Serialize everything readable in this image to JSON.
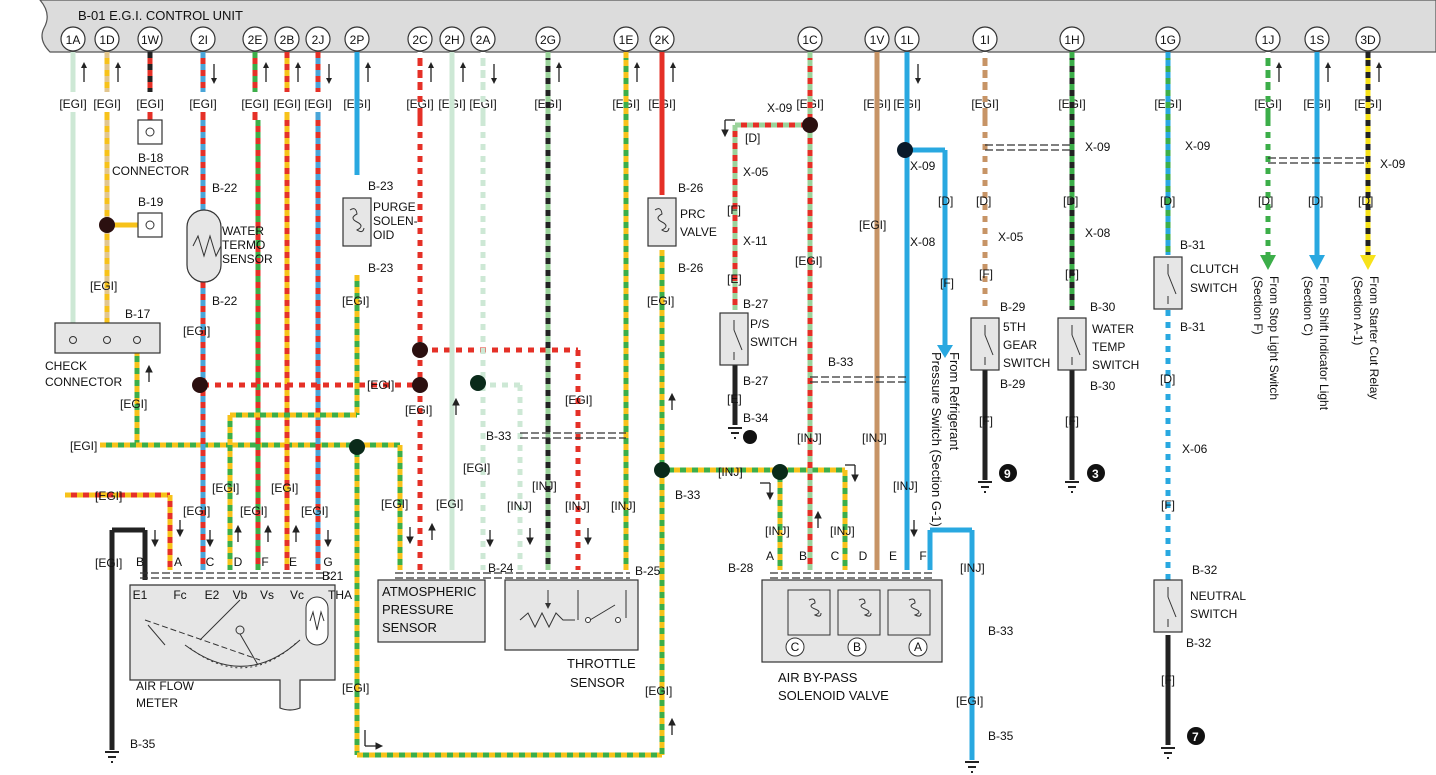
{
  "title": "B-01 E.G.I. CONTROL UNIT",
  "pins": [
    {
      "id": "1A",
      "tag": "[EGI]",
      "dir": "up",
      "colors": [
        "#cde8d5"
      ],
      "style": "solid"
    },
    {
      "id": "1D",
      "tag": "[EGI]",
      "dir": "up",
      "colors": [
        "#f7c21a",
        "#e2c68e"
      ],
      "style": "dashed"
    },
    {
      "id": "1W",
      "tag": "[EGI]",
      "dir": "",
      "colors": [
        "#e53027",
        "#222222"
      ],
      "style": "dashed"
    },
    {
      "id": "2I",
      "tag": "[EGI]",
      "dir": "down",
      "colors": [
        "#e53027",
        "#4aa5d8"
      ],
      "style": "dashed"
    },
    {
      "id": "2E",
      "tag": "[EGI]",
      "dir": "up",
      "colors": [
        "#e53027",
        "#3cae49"
      ],
      "style": "dashed"
    },
    {
      "id": "2B",
      "tag": "[EGI]",
      "dir": "up",
      "colors": [
        "#f7c21a",
        "#e53027"
      ],
      "style": "dashed"
    },
    {
      "id": "2J",
      "tag": "[EGI]",
      "dir": "down",
      "colors": [
        "#4aa5d8",
        "#e53027"
      ],
      "style": "dashed"
    },
    {
      "id": "2P",
      "tag": "[EGI]",
      "dir": "up",
      "colors": [
        "#29a8e0"
      ],
      "style": "solid"
    },
    {
      "id": "2C",
      "tag": "[EGI]",
      "dir": "up",
      "colors": [
        "#e53027",
        "#ffffff"
      ],
      "style": "dashed"
    },
    {
      "id": "2H",
      "tag": "[EGI]",
      "dir": "up",
      "colors": [
        "#cde8d5"
      ],
      "style": "solid"
    },
    {
      "id": "2A",
      "tag": "[EGI]",
      "dir": "down",
      "colors": [
        "#cde8d5",
        "#ffffff"
      ],
      "style": "dashed"
    },
    {
      "id": "2G",
      "tag": "[EGI]",
      "dir": "up",
      "colors": [
        "#222222",
        "#9bd39b"
      ],
      "style": "dashed"
    },
    {
      "id": "1E",
      "tag": "[EGI]",
      "dir": "up",
      "colors": [
        "#3cae49",
        "#f7c21a"
      ],
      "style": "dashed"
    },
    {
      "id": "2K",
      "tag": "[EGI]",
      "dir": "up",
      "colors": [
        "#e53027"
      ],
      "style": "solid"
    },
    {
      "id": "1C",
      "tag": "[EGI]",
      "dir": "",
      "colors": [
        "#e53027",
        "#9bd39b"
      ],
      "style": "dashed"
    },
    {
      "id": "1V",
      "tag": "[EGI]",
      "dir": "",
      "colors": [
        "#c79466"
      ],
      "style": "solid"
    },
    {
      "id": "1L",
      "tag": "[EGI]",
      "dir": "down",
      "colors": [
        "#29a8e0"
      ],
      "style": "solid"
    },
    {
      "id": "1I",
      "tag": "[EGI]",
      "dir": "",
      "colors": [
        "#c79466",
        "#ffffff"
      ],
      "style": "dashed"
    },
    {
      "id": "1H",
      "tag": "[EGI]",
      "dir": "",
      "colors": [
        "#222222",
        "#3cae49"
      ],
      "style": "dashed"
    },
    {
      "id": "1G",
      "tag": "[EGI]",
      "dir": "",
      "colors": [
        "#3cae49",
        "#29a8e0"
      ],
      "style": "dashed"
    },
    {
      "id": "1J",
      "tag": "[EGI]",
      "dir": "up",
      "colors": [
        "#3cae49",
        "#ffffff"
      ],
      "style": "dashed"
    },
    {
      "id": "1S",
      "tag": "[EGI]",
      "dir": "up",
      "colors": [
        "#29a8e0"
      ],
      "style": "solid"
    },
    {
      "id": "3D",
      "tag": "[EGI]",
      "dir": "up",
      "colors": [
        "#f7e21a",
        "#222222"
      ],
      "style": "dashed"
    }
  ],
  "components": {
    "b18": {
      "id": "B-18",
      "label": "CONNECTOR"
    },
    "b19": {
      "id": "B-19"
    },
    "b17": {
      "id": "B-17",
      "label1": "CHECK",
      "label2": "CONNECTOR"
    },
    "b22": {
      "id": "B-22",
      "label1": "WATER",
      "label2": "TERMO",
      "label3": "SENSOR"
    },
    "b23": {
      "id": "B-23",
      "label1": "PURGE",
      "label2": "SOLEN-",
      "label3": "OID"
    },
    "b26": {
      "id": "B-26",
      "label1": "PRC",
      "label2": "VALVE"
    },
    "b27": {
      "id": "B-27",
      "label1": "P/S",
      "label2": "SWITCH"
    },
    "b34": {
      "id": "B-34"
    },
    "b29": {
      "id": "B-29",
      "label1": "5TH",
      "label2": "GEAR",
      "label3": "SWITCH"
    },
    "b30": {
      "id": "B-30",
      "label1": "WATER",
      "label2": "TEMP",
      "label3": "SWITCH"
    },
    "b31": {
      "id": "B-31",
      "label1": "CLUTCH",
      "label2": "SWITCH"
    },
    "b32": {
      "id": "B-32",
      "label1": "NEUTRAL",
      "label2": "SWITCH"
    },
    "b21": {
      "id": "B21",
      "label1": "AIR FLOW",
      "label2": "METER"
    },
    "b24": {
      "id": "B-24",
      "label1": "ATMOSPHERIC",
      "label2": "PRESSURE",
      "label3": "SENSOR"
    },
    "b25": {
      "id": "B-25",
      "label1": "THROTTLE",
      "label2": "SENSOR"
    },
    "b28": {
      "id": "B-28",
      "label1": "AIR BY-PASS",
      "label2": "SOLENOID VALVE"
    },
    "b35": {
      "id": "B-35"
    },
    "b33": {
      "id": "B-33"
    }
  },
  "afm_pins": [
    "B",
    "A",
    "C",
    "D",
    "F",
    "E",
    "G"
  ],
  "afm_terms": [
    "E1",
    "Fc",
    "E2",
    "Vb",
    "Vs",
    "Vc",
    "THA"
  ],
  "bypass_pins": [
    "A",
    "B",
    "C",
    "D",
    "E",
    "F"
  ],
  "bypass_coils": [
    "C",
    "B",
    "A"
  ],
  "tags": {
    "egi": "[EGI]",
    "inj": "[INJ]",
    "d": "[D]",
    "f": "[F]",
    "e": "[E]"
  },
  "connectors": {
    "x09": "X-09",
    "x05": "X-05",
    "x11": "X-11",
    "x08": "X-08",
    "x06": "X-06"
  },
  "refs": {
    "refrig": {
      "line1": "From Refrigerant",
      "line2": "Pressure Switch (Section G-1)"
    },
    "stop": {
      "line1": "From Stop Light Switch",
      "line2": "(Section F)"
    },
    "shift": {
      "line1": "From Shift Indicator Light",
      "line2": "(Section C)"
    },
    "starter": {
      "line1": "From Starter Cut Relay",
      "line2": "(Section A-1)"
    }
  },
  "grounds": {
    "g9": "9",
    "g3": "3",
    "g7": "7"
  },
  "colors": {
    "red": "#e53027",
    "green": "#3cae49",
    "yellow": "#f7c21a",
    "blue": "#29a8e0",
    "lightgreen": "#cde8d5",
    "brown": "#c79466",
    "black": "#222222"
  }
}
